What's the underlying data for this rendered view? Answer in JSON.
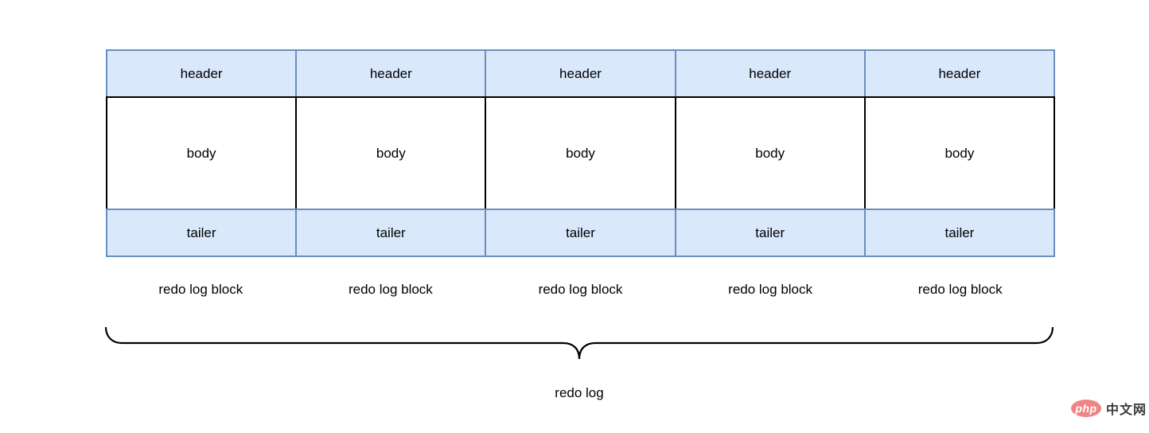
{
  "diagram": {
    "blocks": [
      {
        "header": "header",
        "body": "body",
        "tailer": "tailer",
        "caption": "redo log block"
      },
      {
        "header": "header",
        "body": "body",
        "tailer": "tailer",
        "caption": "redo log block"
      },
      {
        "header": "header",
        "body": "body",
        "tailer": "tailer",
        "caption": "redo log block"
      },
      {
        "header": "header",
        "body": "body",
        "tailer": "tailer",
        "caption": "redo log block"
      },
      {
        "header": "header",
        "body": "body",
        "tailer": "tailer",
        "caption": "redo log block"
      }
    ],
    "group_label": "redo log",
    "colors": {
      "cell_fill": "#dae8fc",
      "cell_border": "#6c8ebf",
      "body_border": "#000000",
      "text": "#000000"
    }
  },
  "watermark": {
    "logo_text": "php",
    "site_text": "中文网",
    "logo_bg": "#ee8484",
    "logo_text_color": "#ffffff",
    "site_text_color": "#3a3a3a"
  }
}
